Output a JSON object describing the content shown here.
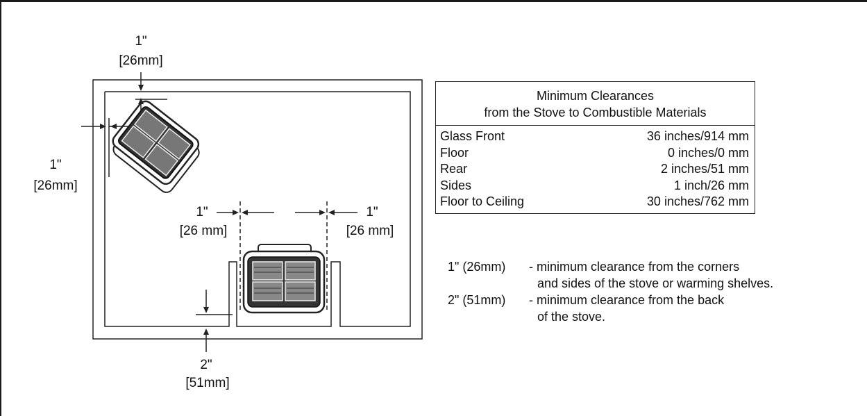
{
  "table": {
    "title_line1": "Minimum Clearances",
    "title_line2": "from the Stove to Combustible Materials",
    "rows": [
      {
        "label": "Glass Front",
        "value": "36 inches/914 mm"
      },
      {
        "label": "Floor",
        "value": "0 inches/0 mm"
      },
      {
        "label": "Rear",
        "value": "2 inches/51 mm"
      },
      {
        "label": "Sides",
        "value": "1 inch/26 mm"
      },
      {
        "label": "Floor to Ceiling",
        "value": "30 inches/762 mm"
      }
    ]
  },
  "notes": [
    {
      "key": "1\" (26mm)",
      "lines": [
        "- minimum clearance from the corners",
        "and sides of the stove or warming shelves."
      ]
    },
    {
      "key": "2\" (51mm)",
      "lines": [
        "- minimum clearance from the back",
        "of the stove."
      ]
    }
  ],
  "labels": {
    "top_corner_in": "1\"",
    "top_corner_mm": "[26mm]",
    "left_corner_in": "1\"",
    "left_corner_mm": "[26mm]",
    "side_left_in": "1\"",
    "side_left_mm": "[26 mm]",
    "side_right_in": "1\"",
    "side_right_mm": "[26 mm]",
    "rear_in": "2\"",
    "rear_mm": "[51mm]"
  }
}
